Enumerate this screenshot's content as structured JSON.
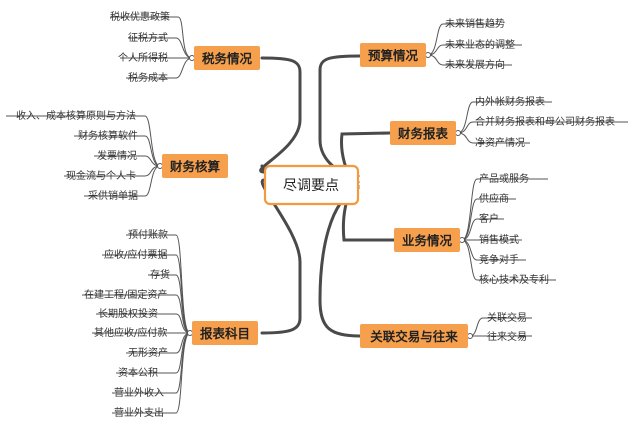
{
  "center": {
    "label": "尽调要点"
  },
  "branches": [
    {
      "label": "税务情况",
      "items": [
        "税收优惠政策",
        "征税方式",
        "个人所得税",
        "税务成本"
      ]
    },
    {
      "label": "财务核算",
      "items": [
        "收入、成本核算原则与方法",
        "财务核算软件",
        "发票情况",
        "现金流与个人卡",
        "采供销单据"
      ]
    },
    {
      "label": "报表科目",
      "items": [
        "预付账款",
        "应收/应付票据",
        "存货",
        "在建工程/固定资产",
        "长期股权投资",
        "其他应收/应付款",
        "无形资产",
        "资本公积",
        "营业外收入",
        "营业外支出"
      ]
    },
    {
      "label": "预算情况",
      "items": [
        "未来销售趋势",
        "未来业态的调整",
        "未来发展方向"
      ]
    },
    {
      "label": "财务报表",
      "items": [
        "内外帐财务报表",
        "合并财务报表和母公司财务报表",
        "净资产情况"
      ]
    },
    {
      "label": "业务情况",
      "items": [
        "产品或服务",
        "供应商",
        "客户",
        "销售模式",
        "竞争对手",
        "核心技术及专利"
      ]
    },
    {
      "label": "关联交易与往来",
      "items": [
        "关联交易",
        "往来交易"
      ]
    }
  ],
  "colors": {
    "branch": "#f6a04d",
    "center_border": "#f39a3e",
    "trunk": "#4a4a4a"
  }
}
